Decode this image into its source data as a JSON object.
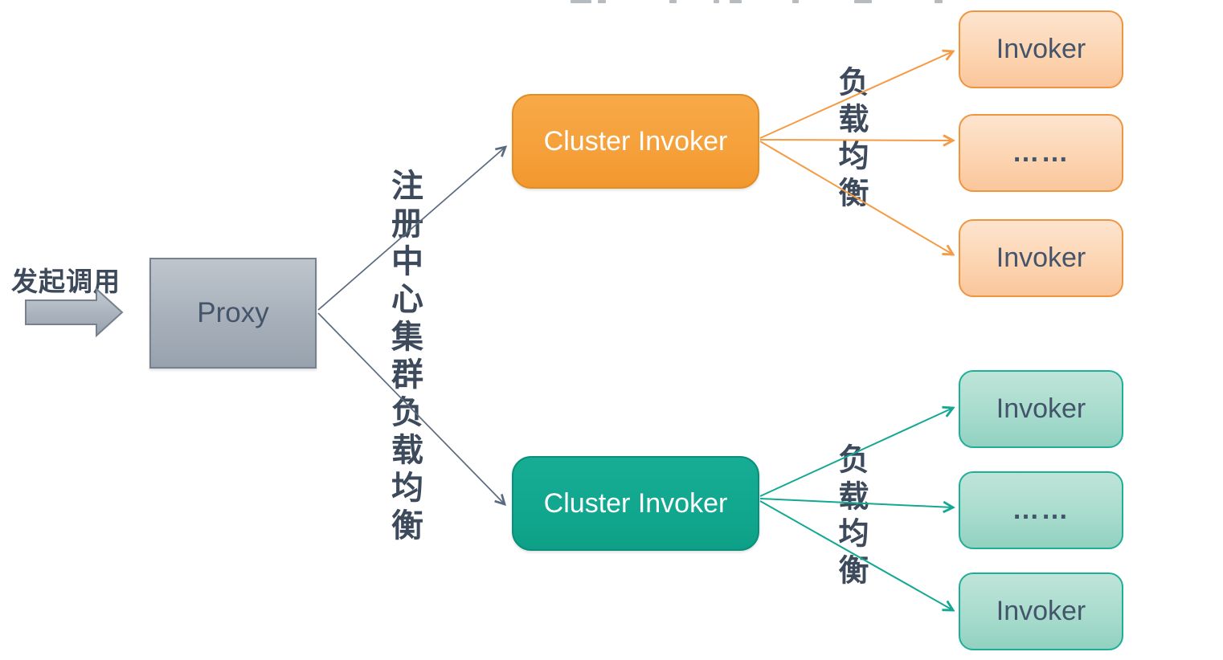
{
  "diagram": {
    "caller_label": "发起调用",
    "proxy_label": "Proxy",
    "registry_label": "注册中心集群负载均衡",
    "clusters": [
      {
        "label": "Cluster Invoker",
        "lb_label": "负载均衡",
        "invokers": [
          "Invoker",
          "……",
          "Invoker"
        ],
        "theme": {
          "node_fill": "#F5A03A",
          "node_border": "#E08E28",
          "leaf_fill": "#FCD5B2",
          "leaf_border": "#F0953F",
          "line": "#F59B45"
        }
      },
      {
        "label": "Cluster Invoker",
        "lb_label": "负载均衡",
        "invokers": [
          "Invoker",
          "……",
          "Invoker"
        ],
        "theme": {
          "node_fill": "#11A78F",
          "node_border": "#0A8F7A",
          "leaf_fill": "#A8DCCD",
          "leaf_border": "#1FAE9A",
          "line": "#14A893"
        }
      }
    ],
    "colors": {
      "chinese_label_text": "#3D4A5C",
      "box_label_text": "#44546A",
      "cluster_label_text": "#FFFFFF",
      "proxy_fill": "#A7B0BA",
      "proxy_border": "#76818E",
      "connector": "#5B6B7E",
      "background": "#FFFFFF"
    }
  }
}
